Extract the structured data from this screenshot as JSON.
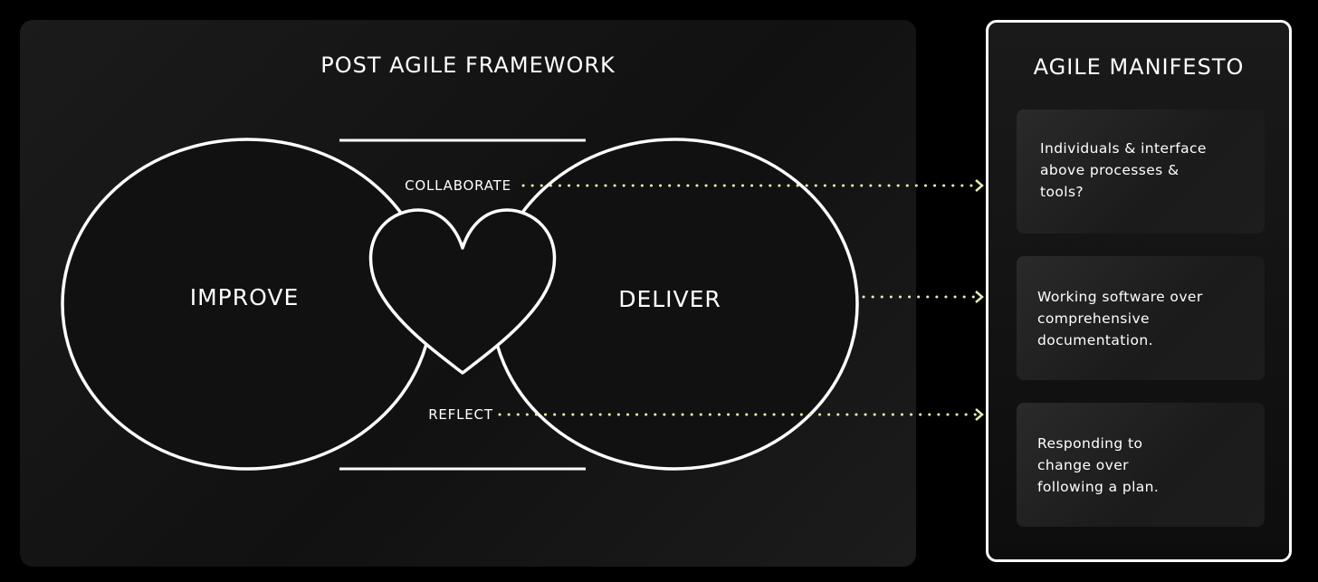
{
  "framework": {
    "title": "POST AGILE FRAMEWORK",
    "left_circle": "IMPROVE",
    "right_circle": "DELIVER",
    "top_connector": "COLLABORATE",
    "bottom_connector": "REFLECT",
    "center_icon": "heart-icon"
  },
  "manifesto": {
    "title": "AGILE MANIFESTO",
    "values": [
      {
        "text": "Individuals & interface\nabove processes &\ntools?"
      },
      {
        "text": "Working software over\ncomprehensive\ndocumentation."
      },
      {
        "text": "Responding to\nchange over\nfollowing a plan."
      }
    ]
  },
  "colors": {
    "background": "#000000",
    "line": "#ffffff",
    "arrow_dots": "#e6ecb0"
  }
}
